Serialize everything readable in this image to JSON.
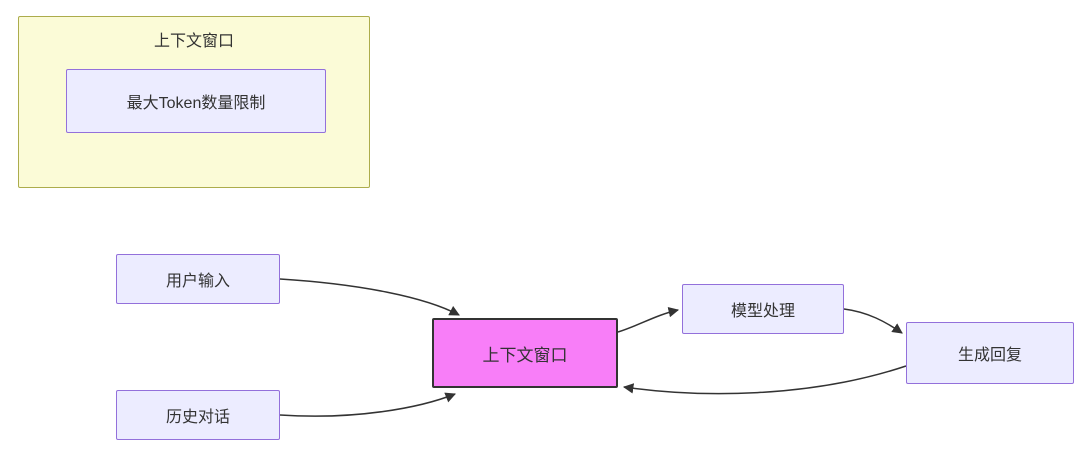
{
  "diagram": {
    "type": "flowchart",
    "subgraph": {
      "title": "上下文窗口",
      "node_token_limit": "最大Token数量限制"
    },
    "nodes": {
      "user_input": "用户输入",
      "history_dialogue": "历史对话",
      "context_window": "上下文窗口",
      "model_processing": "模型处理",
      "generate_reply": "生成回复"
    },
    "edges": [
      {
        "from": "user_input",
        "to": "context_window"
      },
      {
        "from": "history_dialogue",
        "to": "context_window"
      },
      {
        "from": "context_window",
        "to": "model_processing"
      },
      {
        "from": "model_processing",
        "to": "generate_reply"
      },
      {
        "from": "generate_reply",
        "to": "context_window"
      }
    ],
    "colors": {
      "subgraph_bg": "#fbfbd7",
      "subgraph_border": "#acac4c",
      "node_bg": "#ececff",
      "node_border": "#9370db",
      "highlight_bg": "#f87ef8",
      "highlight_border": "#333333",
      "edge_color": "#333333",
      "text_color": "#333333"
    }
  }
}
